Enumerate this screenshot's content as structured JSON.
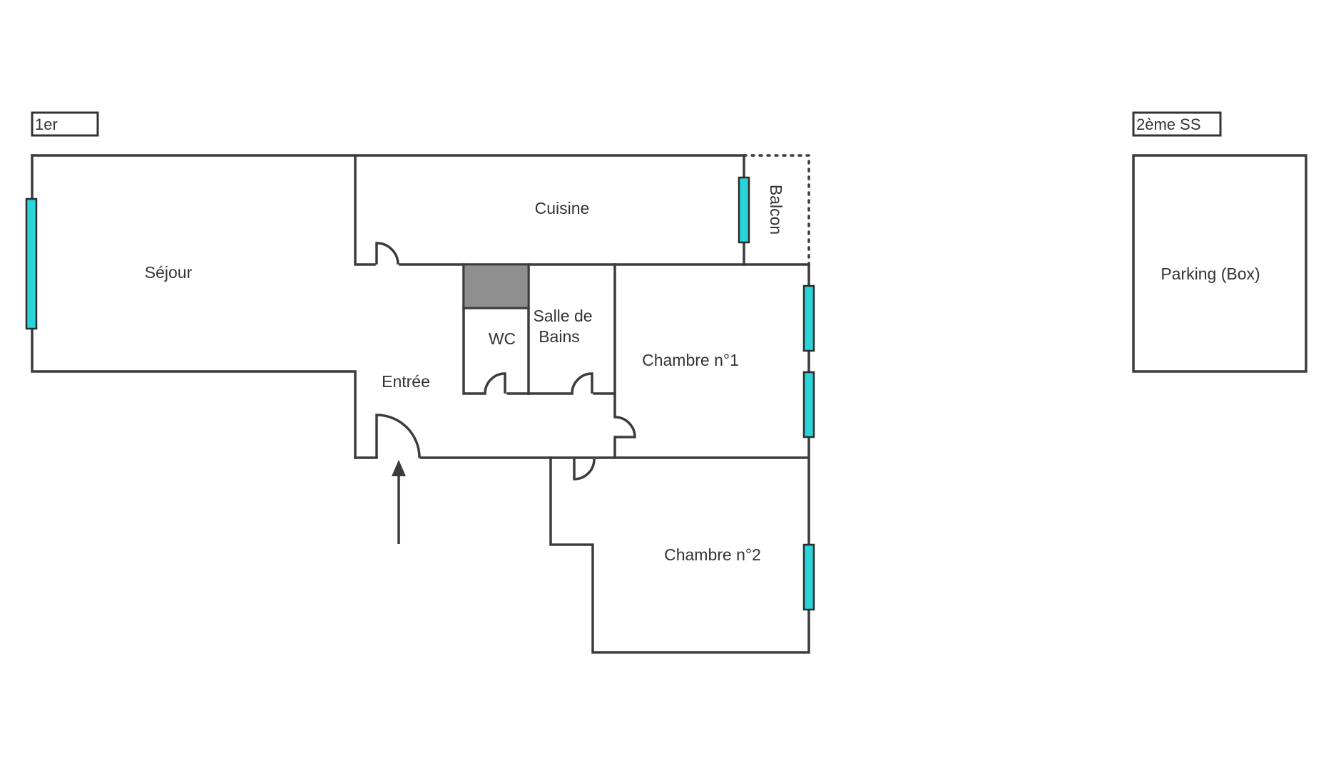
{
  "floors": {
    "first": "1er",
    "basement": "2ème SS"
  },
  "rooms": {
    "sejour": "Séjour",
    "cuisine": "Cuisine",
    "balcon": "Balcon",
    "wc": "WC",
    "salle_de_bains_line1": "Salle de",
    "salle_de_bains_line2": "Bains",
    "entree": "Entrée",
    "chambre1": "Chambre n°1",
    "chambre2": "Chambre n°2",
    "parking": "Parking (Box)"
  },
  "colors": {
    "window": "#2ad4d8",
    "shaft": "#8f8f8f",
    "wall": "#3c3c3c"
  },
  "icons": {
    "entrance": "up-arrow-icon",
    "door": "door-swing-icon",
    "window": "window-icon"
  }
}
